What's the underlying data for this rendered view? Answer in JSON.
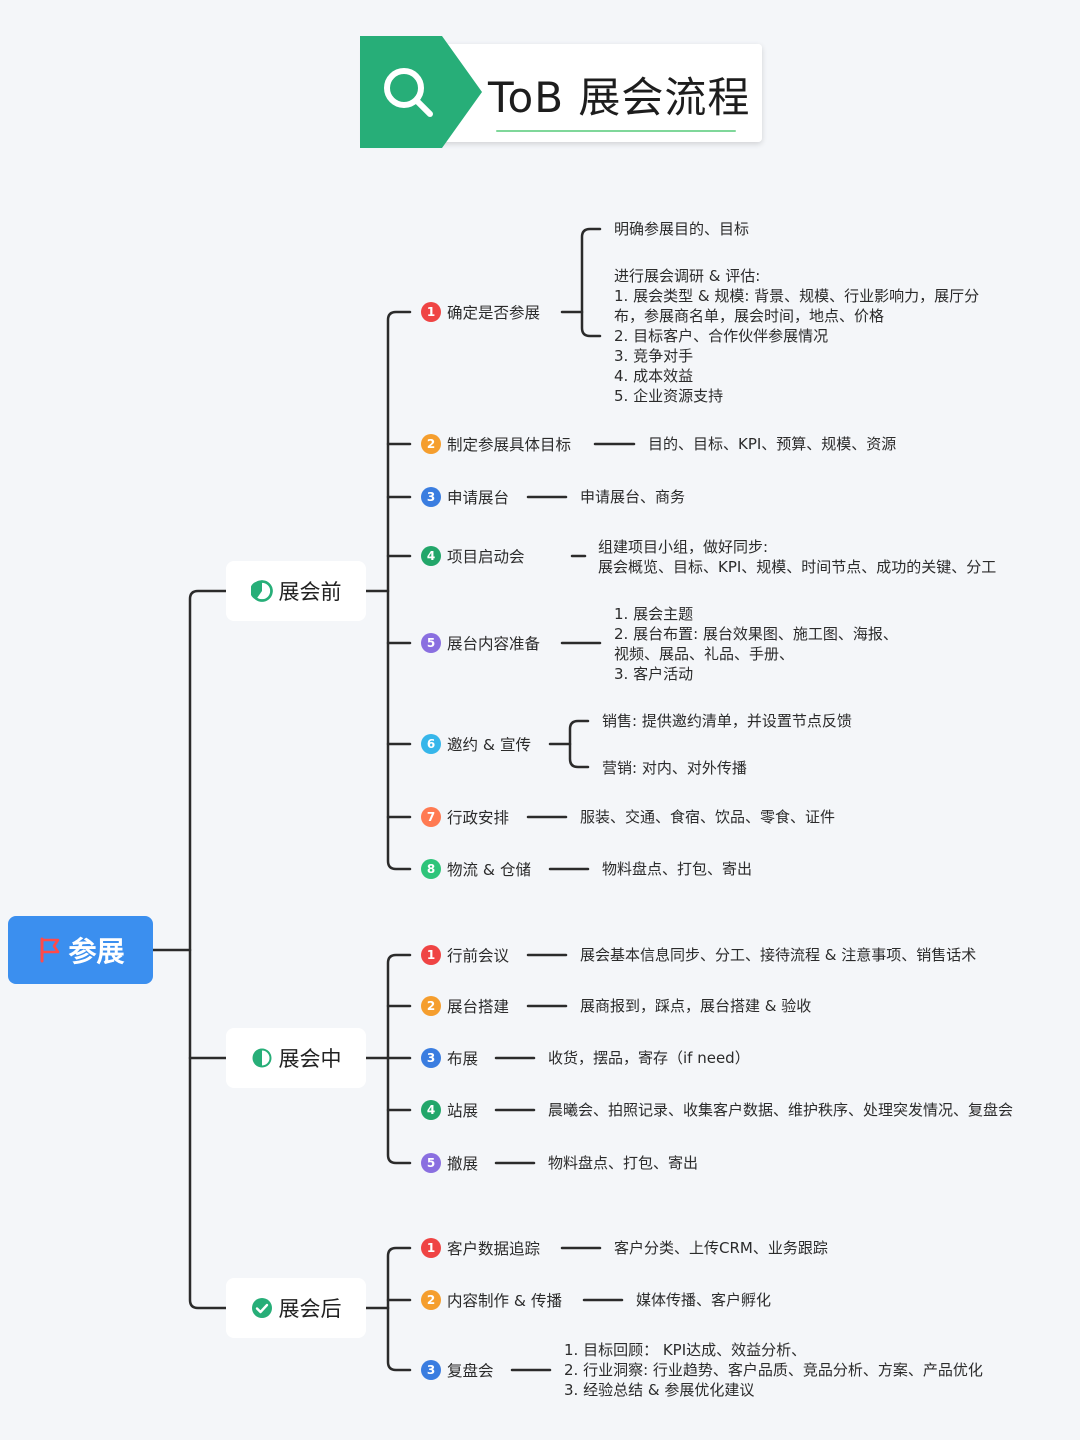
{
  "title": "ToB 展会流程",
  "root": "参展",
  "colors": {
    "green": "#27ae78",
    "blue": "#3b8fef",
    "n1": "#ef4444",
    "n2": "#f59e2e",
    "n3": "#3a7de0",
    "n4": "#22a66a",
    "n5": "#8a6fe0",
    "n6": "#36b6ea",
    "n7": "#ff7a52",
    "n8": "#2ec47a"
  },
  "phases": [
    {
      "label": "展会前",
      "icon": "half-pie-icon",
      "steps": [
        {
          "num": "1",
          "label": "确定是否参展",
          "details": [
            {
              "lines": [
                "明确参展目的、目标"
              ]
            },
            {
              "lines": [
                "进行展会调研 & 评估:",
                "1. 展会类型 & 规模:  背景、规模、行业影响力，展厅分",
                "布，参展商名单，展会时间，地点、价格",
                "2. 目标客户、合作伙伴参展情况",
                "3. 竞争对手",
                "4. 成本效益",
                "5. 企业资源支持"
              ]
            }
          ]
        },
        {
          "num": "2",
          "label": "制定参展具体目标",
          "details": [
            {
              "lines": [
                "目的、目标、KPI、预算、规模、资源"
              ]
            }
          ]
        },
        {
          "num": "3",
          "label": "申请展台",
          "details": [
            {
              "lines": [
                "申请展台、商务"
              ]
            }
          ]
        },
        {
          "num": "4",
          "label": "项目启动会",
          "details": [
            {
              "lines": [
                "组建项目小组，做好同步:",
                "展会概览、目标、KPI、规模、时间节点、成功的关键、分工"
              ]
            }
          ]
        },
        {
          "num": "5",
          "label": "展台内容准备",
          "details": [
            {
              "lines": [
                "1. 展会主题",
                "2. 展台布置:  展台效果图、施工图、海报、",
                "视频、展品、礼品、手册、",
                "3. 客户活动"
              ]
            }
          ]
        },
        {
          "num": "6",
          "label": "邀约 & 宣传",
          "details": [
            {
              "lines": [
                "销售: 提供邀约清单，并设置节点反馈"
              ]
            },
            {
              "lines": [
                "营销:  对内、对外传播"
              ]
            }
          ]
        },
        {
          "num": "7",
          "label": "行政安排",
          "details": [
            {
              "lines": [
                "服装、交通、食宿、饮品、零食、证件"
              ]
            }
          ]
        },
        {
          "num": "8",
          "label": "物流 & 仓储",
          "details": [
            {
              "lines": [
                "物料盘点、打包、寄出"
              ]
            }
          ]
        }
      ]
    },
    {
      "label": "展会中",
      "icon": "half-pie-icon",
      "steps": [
        {
          "num": "1",
          "label": "行前会议",
          "details": [
            {
              "lines": [
                "展会基本信息同步、分工、接待流程 & 注意事项、销售话术"
              ]
            }
          ]
        },
        {
          "num": "2",
          "label": "展台搭建",
          "details": [
            {
              "lines": [
                "展商报到，踩点，展台搭建 & 验收"
              ]
            }
          ]
        },
        {
          "num": "3",
          "label": "布展",
          "details": [
            {
              "lines": [
                "收货，摆品，寄存（if need）"
              ]
            }
          ]
        },
        {
          "num": "4",
          "label": "站展",
          "details": [
            {
              "lines": [
                "晨曦会、拍照记录、收集客户数据、维护秩序、处理突发情况、复盘会"
              ]
            }
          ]
        },
        {
          "num": "5",
          "label": "撤展",
          "details": [
            {
              "lines": [
                "物料盘点、打包、寄出"
              ]
            }
          ]
        }
      ]
    },
    {
      "label": "展会后",
      "icon": "check-circle-icon",
      "steps": [
        {
          "num": "1",
          "label": "客户数据追踪",
          "details": [
            {
              "lines": [
                "客户分类、上传CRM、业务跟踪"
              ]
            }
          ]
        },
        {
          "num": "2",
          "label": "内容制作 & 传播",
          "details": [
            {
              "lines": [
                "媒体传播、客户孵化"
              ]
            }
          ]
        },
        {
          "num": "3",
          "label": "复盘会",
          "details": [
            {
              "lines": [
                "1. 目标回顾：  KPI达成、效益分析、",
                "2. 行业洞察:  行业趋势、客户品质、竞品分析、方案、产品优化",
                "3. 经验总结 & 参展优化建议"
              ]
            }
          ]
        }
      ]
    }
  ]
}
